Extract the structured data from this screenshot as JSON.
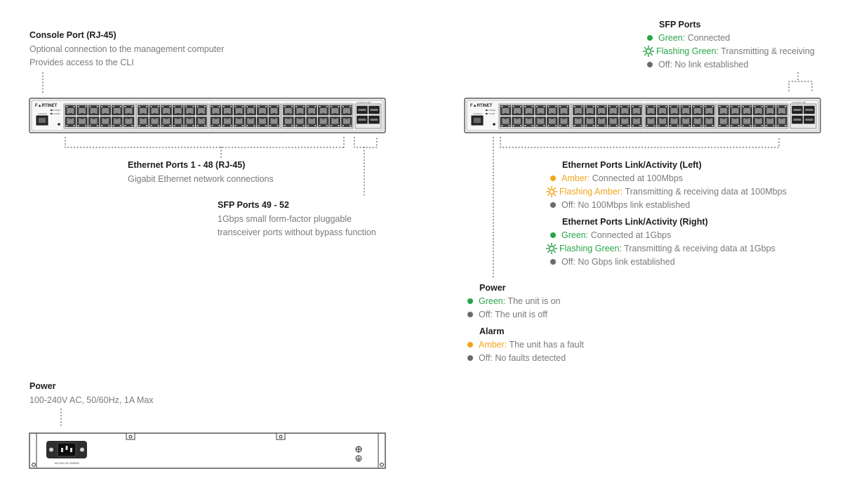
{
  "colors": {
    "green": "#2aa44a",
    "amber": "#f2a51c",
    "off": "#6b6b6b",
    "text": "#7a7a7a",
    "title": "#1c1c1c"
  },
  "front_left": {
    "console": {
      "title": "Console Port (RJ-45)",
      "lines": [
        "Optional connection to the management computer",
        "Provides access to the CLI"
      ]
    },
    "ethernet": {
      "title": "Ethernet Ports 1 - 48 (RJ-45)",
      "lines": [
        "Gigabit Ethernet network connections"
      ]
    },
    "sfp": {
      "title": "SFP Ports 49 - 52",
      "lines": [
        "1Gbps small form-factor pluggable",
        "transceiver ports without bypass function"
      ]
    },
    "device": {
      "brand": "F▲RTINET",
      "label_console": "CONSOLE",
      "led_power": "POWER",
      "led_alarm": "ALARM",
      "model": "FortiSwitch 148F"
    }
  },
  "rear": {
    "power": {
      "title": "Power",
      "lines": [
        "100-240V AC, 50/60Hz, 1A Max"
      ]
    },
    "plate_text": "100-240V AC 50/60Hz"
  },
  "front_right": {
    "sfp_leds": {
      "title": "SFP Ports",
      "items": [
        {
          "state": "Green:",
          "rest": " Connected",
          "color": "green",
          "icon": "solid-dot"
        },
        {
          "state": "Flashing Green:",
          "rest": " Transmitting & receiving",
          "color": "green",
          "icon": "flashing-sun"
        },
        {
          "state": "",
          "rest": "Off: No link established",
          "color": "off",
          "icon": "solid-dot"
        }
      ]
    },
    "eth_left": {
      "title": "Ethernet Ports Link/Activity (Left)",
      "items": [
        {
          "state": "Amber:",
          "rest": " Connected at 100Mbps",
          "color": "amber",
          "icon": "solid-dot"
        },
        {
          "state": "Flashing Amber:",
          "rest": " Transmitting & receiving data at 100Mbps",
          "color": "amber",
          "icon": "flashing-sun"
        },
        {
          "state": "",
          "rest": "Off: No 100Mbps link established",
          "color": "off",
          "icon": "solid-dot"
        }
      ]
    },
    "eth_right": {
      "title": "Ethernet Ports Link/Activity (Right)",
      "items": [
        {
          "state": "Green:",
          "rest": " Connected at 1Gbps",
          "color": "green",
          "icon": "solid-dot"
        },
        {
          "state": "Flashing Green:",
          "rest": " Transmitting & receiving data at 1Gbps",
          "color": "green",
          "icon": "flashing-sun"
        },
        {
          "state": "",
          "rest": "Off: No Gbps link established",
          "color": "off",
          "icon": "solid-dot"
        }
      ]
    },
    "power_leds": {
      "title": "Power",
      "items": [
        {
          "state": "Green:",
          "rest": " The unit is on",
          "color": "green",
          "icon": "solid-dot"
        },
        {
          "state": "",
          "rest": "Off: The unit is off",
          "color": "off",
          "icon": "solid-dot"
        }
      ]
    },
    "alarm_leds": {
      "title": "Alarm",
      "items": [
        {
          "state": "Amber:",
          "rest": " The unit has a fault",
          "color": "amber",
          "icon": "solid-dot"
        },
        {
          "state": "",
          "rest": "Off: No faults detected",
          "color": "off",
          "icon": "solid-dot"
        }
      ]
    }
  }
}
